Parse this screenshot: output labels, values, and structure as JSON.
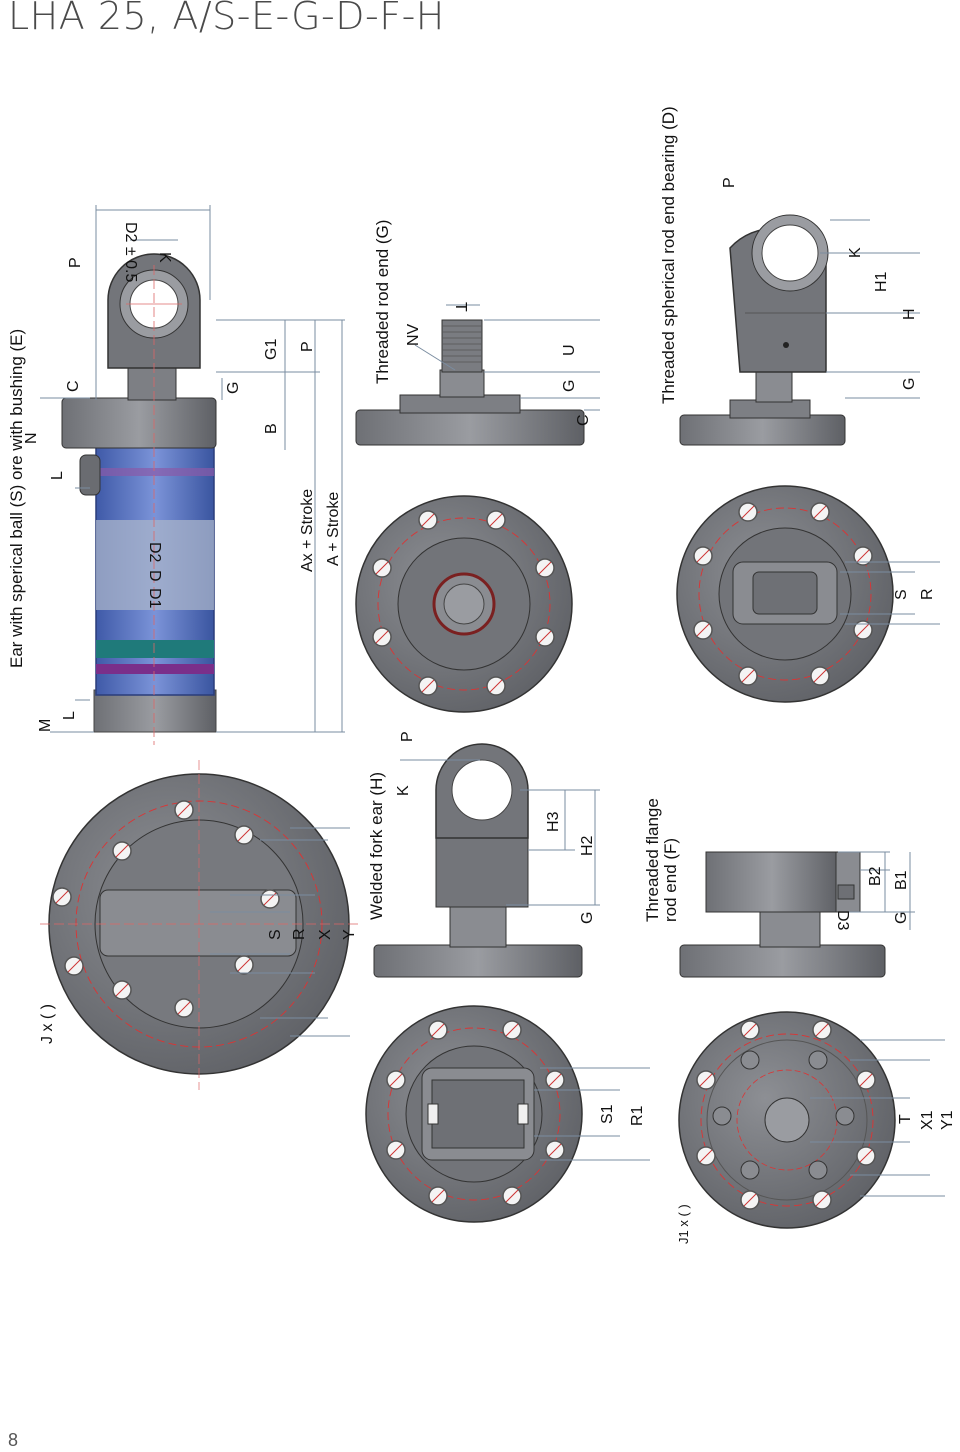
{
  "page": {
    "title": "LHA 25, A/S-E-G-D-F-H",
    "number": "8"
  },
  "headings": {
    "ear": "Ear with sperical ball (S) ore with bushing (E)",
    "threaded_rod_end": "Threaded rod end (G)",
    "spherical_bearing": "Threaded spherical rod end bearing (D)",
    "fork_ear": "Welded fork ear (H)",
    "flange_line1": "Threaded flange",
    "flange_line2": "rod end (F)"
  },
  "labels": {
    "M": "M",
    "L": "L",
    "L2": "L",
    "N": "N",
    "C": "C",
    "B": "B",
    "G": "G",
    "G1": "G1",
    "P": "P",
    "K": "K",
    "D2tol": "D2 ± 0.5",
    "D1": "D1",
    "D": "D",
    "D2": "D2",
    "ax_stroke": "Ax + Stroke",
    "a_stroke": "A + Stroke",
    "J": "J x ( )",
    "S": "S",
    "R": "R",
    "X": "X",
    "Y": "Y",
    "NV": "NV",
    "T": "T",
    "U": "U",
    "Gg": "G",
    "Cg": "C",
    "Pd": "P",
    "Kd": "K",
    "H1": "H1",
    "H": "H",
    "Gd": "G",
    "Sd": "S",
    "Rd": "R",
    "Ph": "P",
    "Kh": "K",
    "H3": "H3",
    "H2": "H2",
    "Gh": "G",
    "S1": "S1",
    "R1": "R1",
    "B2": "B2",
    "B1": "B1",
    "D3": "D3",
    "Gf": "G",
    "J1": "J1 x ( )",
    "Tf": "T",
    "X1": "X1",
    "Y1": "Y1"
  }
}
